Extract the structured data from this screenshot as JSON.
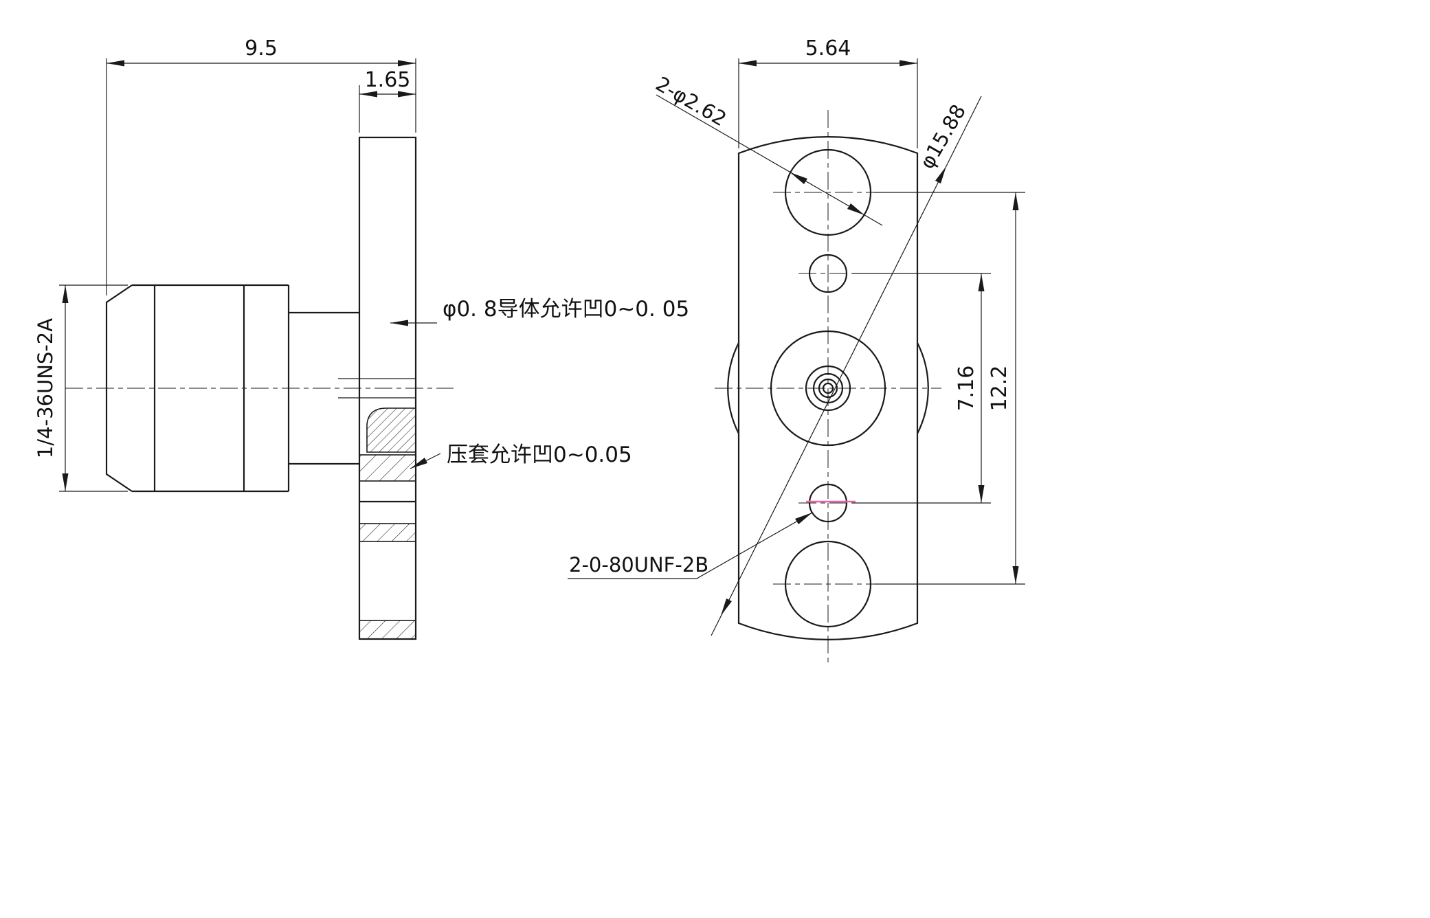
{
  "colors": {
    "line": "#1a1a1a",
    "highlight": "#ed62a6"
  },
  "left_view": {
    "dim_width_total": "9.5",
    "dim_flange_thickness": "1.65",
    "thread_spec": "1/4-36UNS-2A",
    "note_conductor": "φ0. 8导体允许凹0~0. 05",
    "note_sleeve": "压套允许凹0~0.05"
  },
  "right_view": {
    "dim_flange_width": "5.64",
    "mount_holes_label": "2-φ2.62",
    "flange_diameter_label": "φ15.88",
    "dim_inner_hole_span": "7.16",
    "dim_outer_hole_span": "12.2",
    "thread_holes_label": "2-0-80UNF-2B"
  }
}
